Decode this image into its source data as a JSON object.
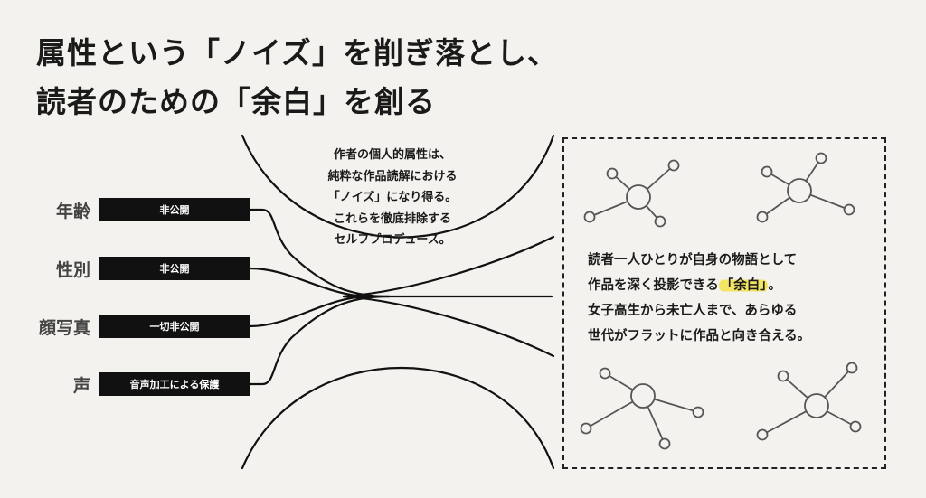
{
  "title": {
    "line1": "属性という「ノイズ」を削ぎ落とし、",
    "line2": "読者のための「余白」を創る"
  },
  "attributes": [
    {
      "label": "年齢",
      "value": "非公開"
    },
    {
      "label": "性別",
      "value": "非公開"
    },
    {
      "label": "顔写真",
      "value": "一切非公開"
    },
    {
      "label": "声",
      "value": "音声加工による保護"
    }
  ],
  "center_note": {
    "lines": [
      "作者の個人的属性は、",
      "純粋な作品読解における",
      "「ノイズ」になり得る。",
      "これらを徹底排除する",
      "セルフプロデュース。"
    ]
  },
  "right_panel": {
    "line1": "読者一人ひとりが自身の物語として",
    "line2_before": "作品を深く投影できる",
    "line2_highlight": "「余白」",
    "line2_after": "。",
    "line3": "女子高生から未亡人まで、あらゆる",
    "line4": "世代がフラットに作品と向き合える。",
    "highlight_color": "#f4e463"
  },
  "icons": [
    "network-node-icon",
    "network-node-icon",
    "network-node-icon",
    "network-node-icon"
  ]
}
